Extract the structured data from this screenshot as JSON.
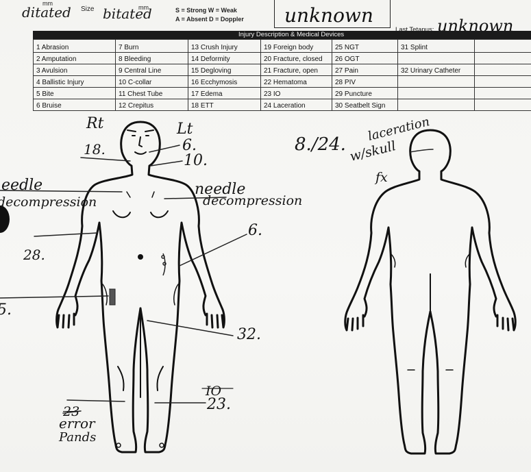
{
  "header": {
    "left_hw_1": "ditated",
    "left_small_1": "mm",
    "size_label": "Size",
    "left_hw_2": "bitated",
    "left_small_2": "mm",
    "legend_line1": "S = Strong  W = Weak",
    "legend_line2": "A = Absent  D = Doppler",
    "unknown_value": "unknown",
    "last_tetanus_label": "Last Tetanus:",
    "last_tetanus_value": "unknown"
  },
  "injury_table": {
    "title": "Injury Description & Medical Devices",
    "rows": [
      [
        "1  Abrasion",
        "7  Burn",
        "13  Crush Injury",
        "19  Foreign body",
        "25  NGT",
        "31  Splint"
      ],
      [
        "2  Amputation",
        "8  Bleeding",
        "14  Deformity",
        "20  Fracture, closed",
        "26  OGT",
        ""
      ],
      [
        "3  Avulsion",
        "9  Central Line",
        "15  Degloving",
        "21  Fracture, open",
        "27  Pain",
        "32  Urinary Catheter"
      ],
      [
        "4  Ballistic Injury",
        "10  C-collar",
        "16  Ecchymosis",
        "22  Hematoma",
        "28  PIV",
        ""
      ],
      [
        "5  Bite",
        "11  Chest Tube",
        "17  Edema",
        "23  IO",
        "29  Puncture",
        ""
      ],
      [
        "6  Bruise",
        "12  Crepitus",
        "18  ETT",
        "24  Laceration",
        "30  Seatbelt Sign",
        ""
      ]
    ]
  },
  "annotations": {
    "rt": "Rt",
    "lt": "Lt",
    "n18": "18.",
    "n6a": "6.",
    "n10": "10.",
    "needle_left_1": "eedle",
    "needle_left_2": "decompression",
    "needle_right_1": "needle",
    "needle_right_2": "decompression",
    "n6b": "6.",
    "n28": "28.",
    "n5": "5.",
    "n32": "32.",
    "io": "IO",
    "n23": "23.",
    "n23_struck": "23",
    "error": "error",
    "initials": "Pands",
    "back_number": "8./24.",
    "laceration": "laceration",
    "wskull": "w/skull",
    "fx": "fx"
  }
}
